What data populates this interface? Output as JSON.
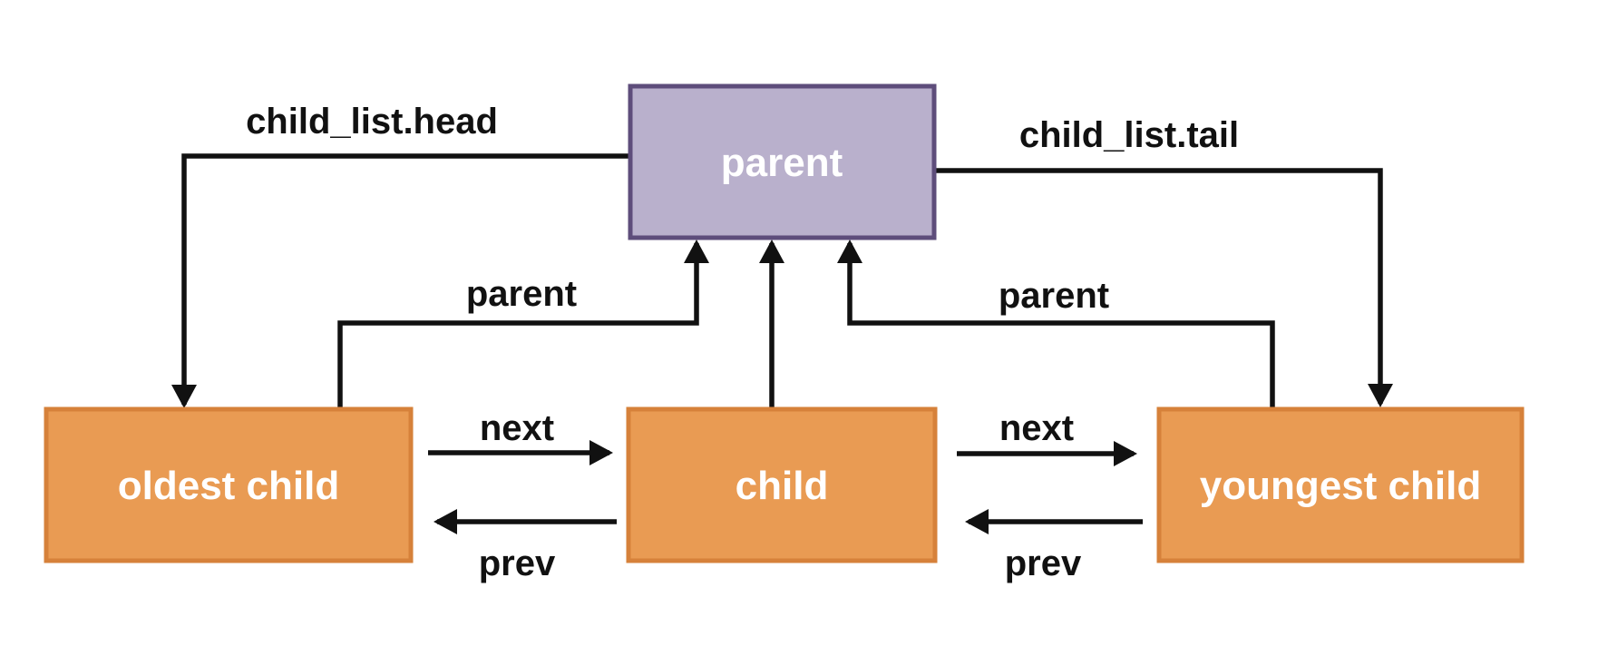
{
  "diagram": {
    "nodes": {
      "parent": {
        "label": "parent"
      },
      "oldest": {
        "label": "oldest child"
      },
      "child": {
        "label": "child"
      },
      "youngest": {
        "label": "youngest child"
      }
    },
    "edges": {
      "head": {
        "label": "child_list.head",
        "from": "parent",
        "to": "oldest"
      },
      "tail": {
        "label": "child_list.tail",
        "from": "parent",
        "to": "youngest"
      },
      "parent_left": {
        "label": "parent",
        "from": "oldest",
        "to": "parent"
      },
      "parent_mid": {
        "label": "",
        "from": "child",
        "to": "parent"
      },
      "parent_right": {
        "label": "parent",
        "from": "youngest",
        "to": "parent"
      },
      "next_left": {
        "label": "next",
        "from": "oldest",
        "to": "child"
      },
      "prev_left": {
        "label": "prev",
        "from": "child",
        "to": "oldest"
      },
      "next_right": {
        "label": "next",
        "from": "child",
        "to": "youngest"
      },
      "prev_right": {
        "label": "prev",
        "from": "youngest",
        "to": "child"
      }
    },
    "colors": {
      "parent_fill": "#b9b0cc",
      "parent_border": "#5e4d7b",
      "child_fill": "#e99b53",
      "child_border": "#d6813a",
      "line": "#111111",
      "label_text": "#111111",
      "node_text": "#ffffff",
      "background": "#ffffff"
    }
  }
}
